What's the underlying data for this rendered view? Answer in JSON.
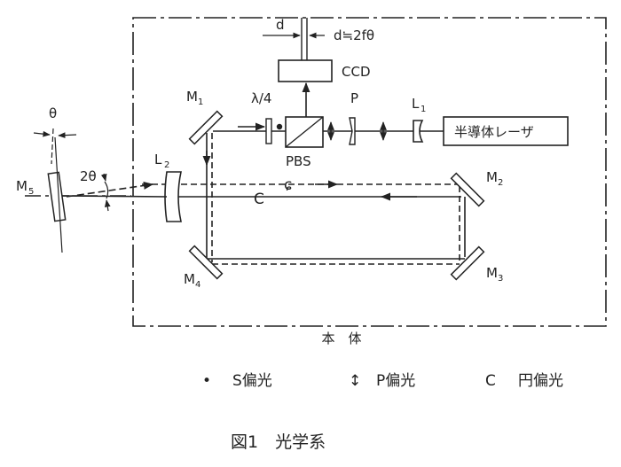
{
  "labels": {
    "d": "d",
    "d_formula": "d≒2fθ",
    "ccd": "CCD",
    "laser": "半導体レーザ",
    "pbs": "PBS",
    "p": "P",
    "quarter_wave": "λ/4",
    "l1": "L",
    "l1_sub": "1",
    "l2": "L",
    "l2_sub": "2",
    "m1": "M",
    "m1_sub": "1",
    "m2": "M",
    "m2_sub": "2",
    "m3": "M",
    "m3_sub": "3",
    "m4": "M",
    "m4_sub": "4",
    "m5": "M",
    "m5_sub": "5",
    "theta": "θ",
    "two_theta": "2θ",
    "body": "本　体"
  },
  "legend": {
    "s_symbol": "•",
    "s_label": "S偏光",
    "p_symbol": "↕",
    "p_label": "P偏光",
    "c_symbol": "C",
    "c_label": "円偏光"
  },
  "caption": "図1　光学系"
}
